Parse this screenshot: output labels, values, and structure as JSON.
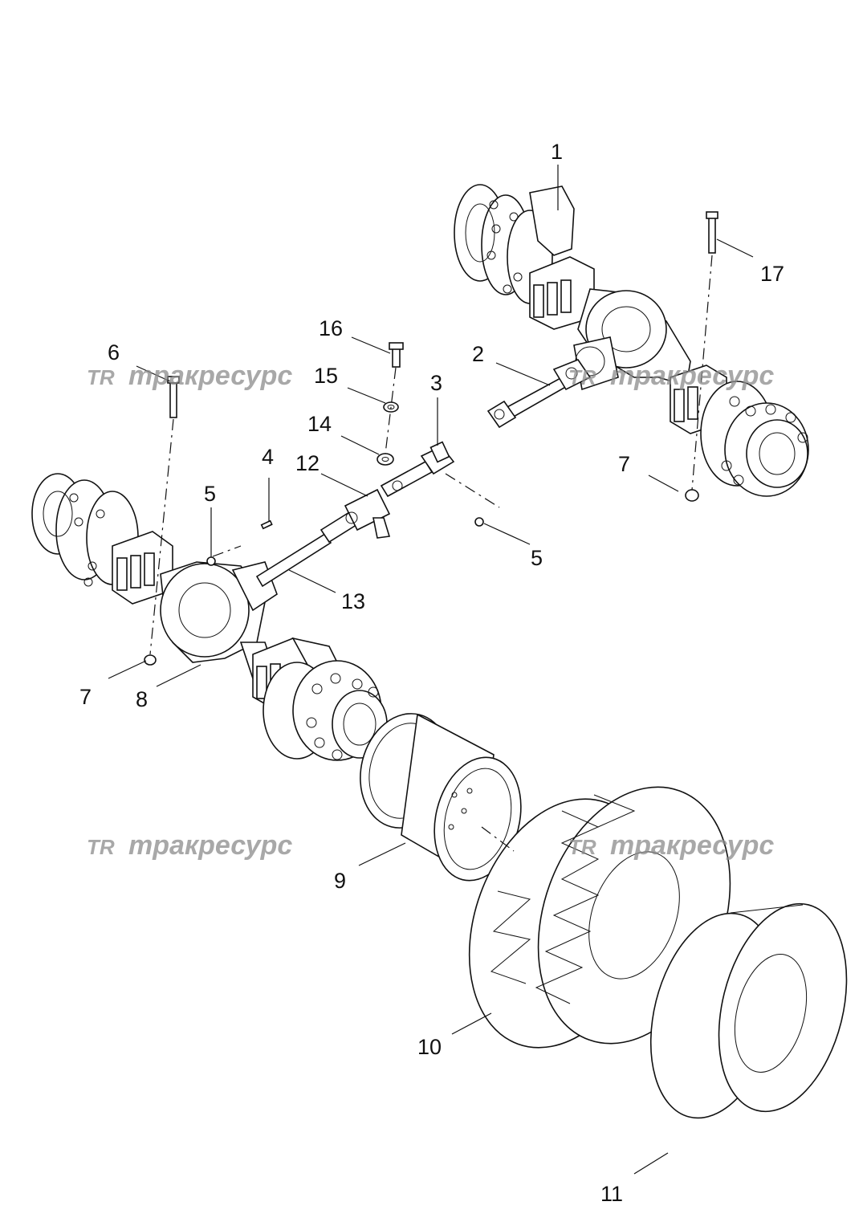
{
  "watermark": {
    "logo": "TR",
    "text": "тракресурс"
  },
  "callouts": [
    "1",
    "2",
    "3",
    "4",
    "5",
    "5",
    "6",
    "7",
    "7",
    "8",
    "9",
    "10",
    "11",
    "12",
    "13",
    "14",
    "15",
    "16",
    "17"
  ]
}
